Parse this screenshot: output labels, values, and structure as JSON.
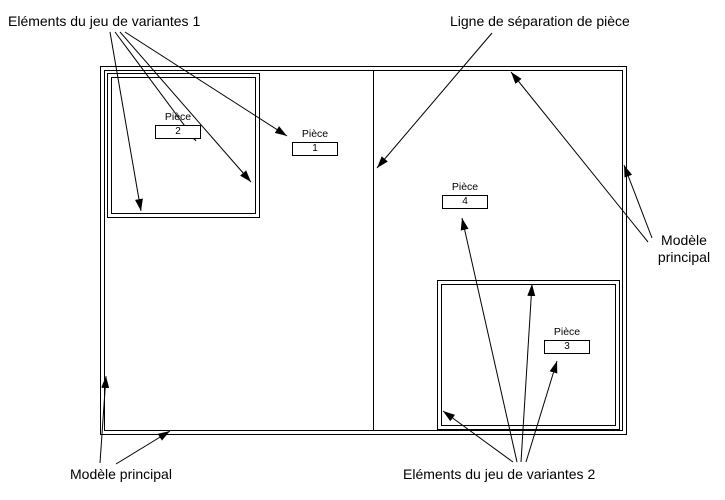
{
  "annotations": {
    "variant_set_1": "Eléments du jeu de variantes 1",
    "separation_line": "Ligne de séparation de pièce",
    "main_model_right": "Modèle principal",
    "main_model_bottom": "Modèle principal",
    "variant_set_2": "Eléments du jeu de variantes 2"
  },
  "pieces": [
    {
      "label": "Pièce",
      "number": "1"
    },
    {
      "label": "Pièce",
      "number": "2"
    },
    {
      "label": "Pièce",
      "number": "3"
    },
    {
      "label": "Pièce",
      "number": "4"
    }
  ],
  "colors": {
    "line": "#000000",
    "background": "#ffffff"
  }
}
